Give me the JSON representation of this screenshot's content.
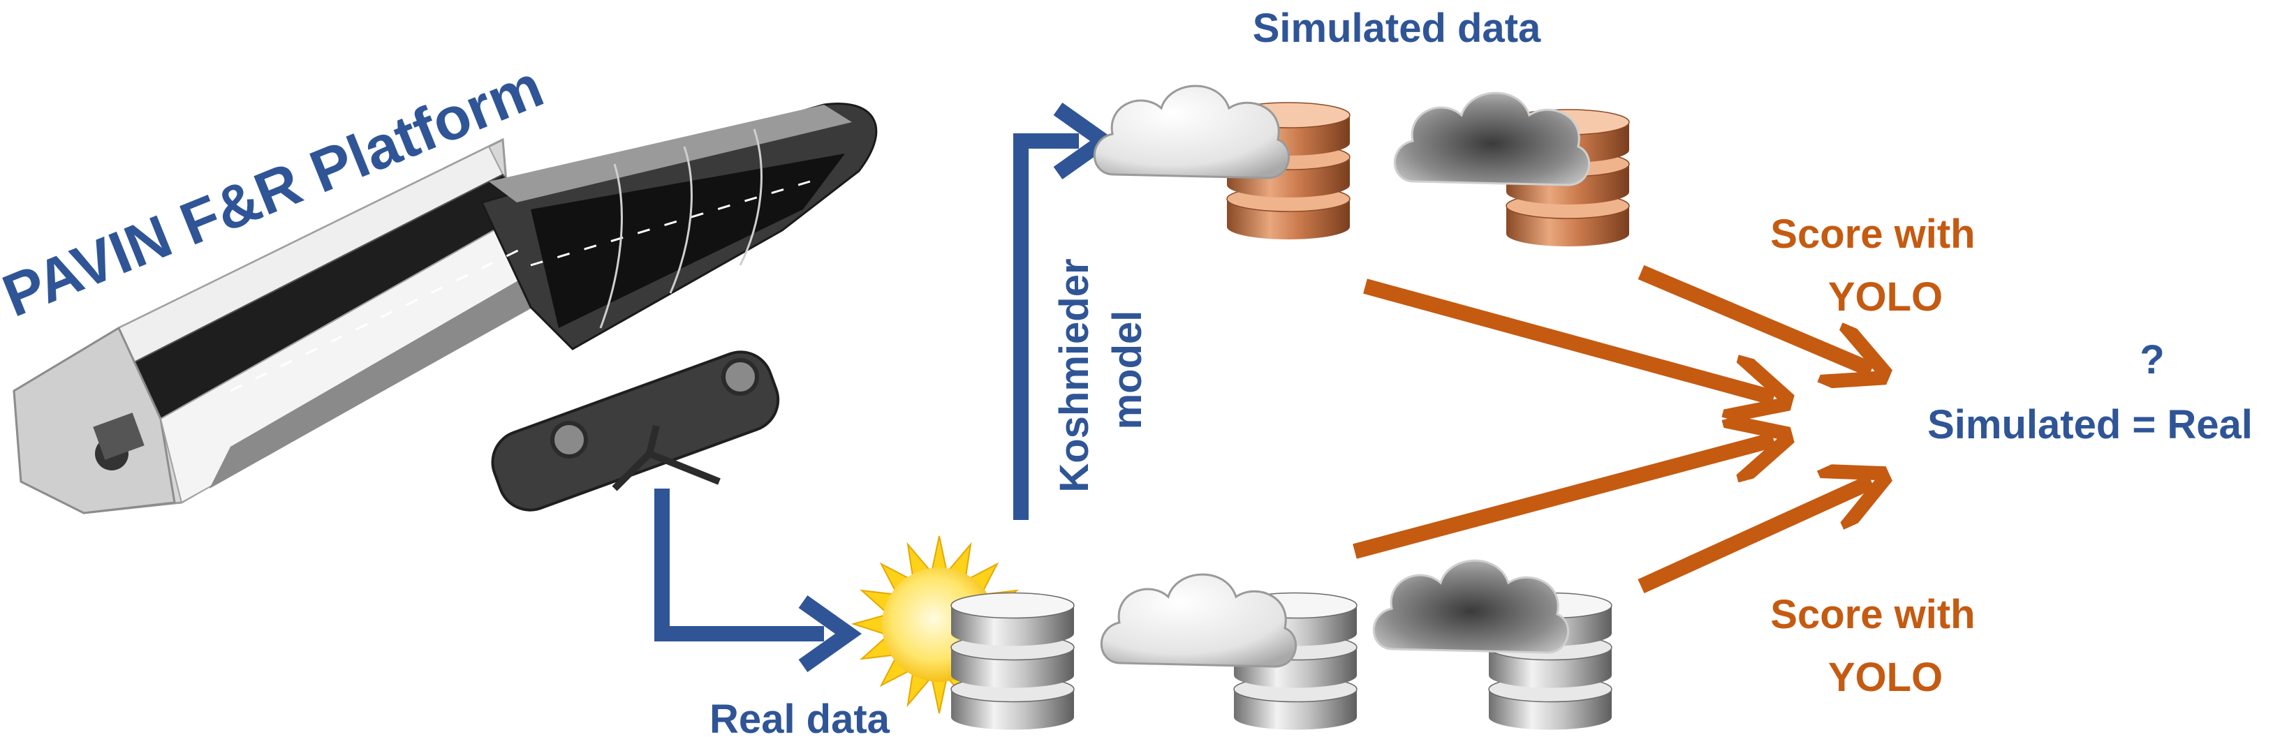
{
  "title": "PAVIN F&R Platform",
  "labels": {
    "simulated_data": "Simulated data",
    "real_data": "Real data",
    "koschmieder": [
      "Koshmieder",
      "model"
    ],
    "score_top": [
      "Score with",
      "YOLO"
    ],
    "score_bottom": [
      "Score with",
      "YOLO"
    ],
    "question_mark": "?",
    "comparison": "Simulated = Real"
  },
  "colors": {
    "blue": "#2f5597",
    "orange": "#c55a11",
    "copper": "#c8784a",
    "silver": "#b8b8b8"
  },
  "icons": [
    "platform-tunnel-icon",
    "stereo-camera-icon",
    "sun-icon",
    "cloud-icon",
    "fog-cloud-icon",
    "database-icon"
  ]
}
